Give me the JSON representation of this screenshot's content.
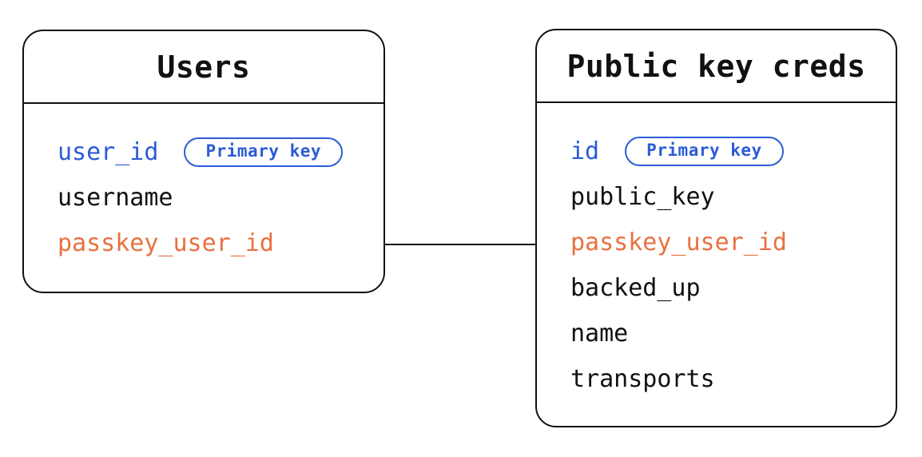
{
  "colors": {
    "primary_blue": "#2b5bd7",
    "accent_orange": "#e8713f",
    "line_black": "#111111",
    "background": "#ffffff"
  },
  "relationship": {
    "from": "Users.passkey_user_id",
    "to": "Public key creds.passkey_user_id"
  },
  "tables": [
    {
      "title": "Users",
      "fields": [
        {
          "name": "user_id",
          "color": "blue",
          "badge": "Primary key"
        },
        {
          "name": "username",
          "color": "black"
        },
        {
          "name": "passkey_user_id",
          "color": "orange"
        }
      ]
    },
    {
      "title": "Public key creds",
      "fields": [
        {
          "name": "id",
          "color": "blue",
          "badge": "Primary key"
        },
        {
          "name": "public_key",
          "color": "black"
        },
        {
          "name": "passkey_user_id",
          "color": "orange"
        },
        {
          "name": "backed_up",
          "color": "black"
        },
        {
          "name": "name",
          "color": "black"
        },
        {
          "name": "transports",
          "color": "black"
        }
      ]
    }
  ]
}
